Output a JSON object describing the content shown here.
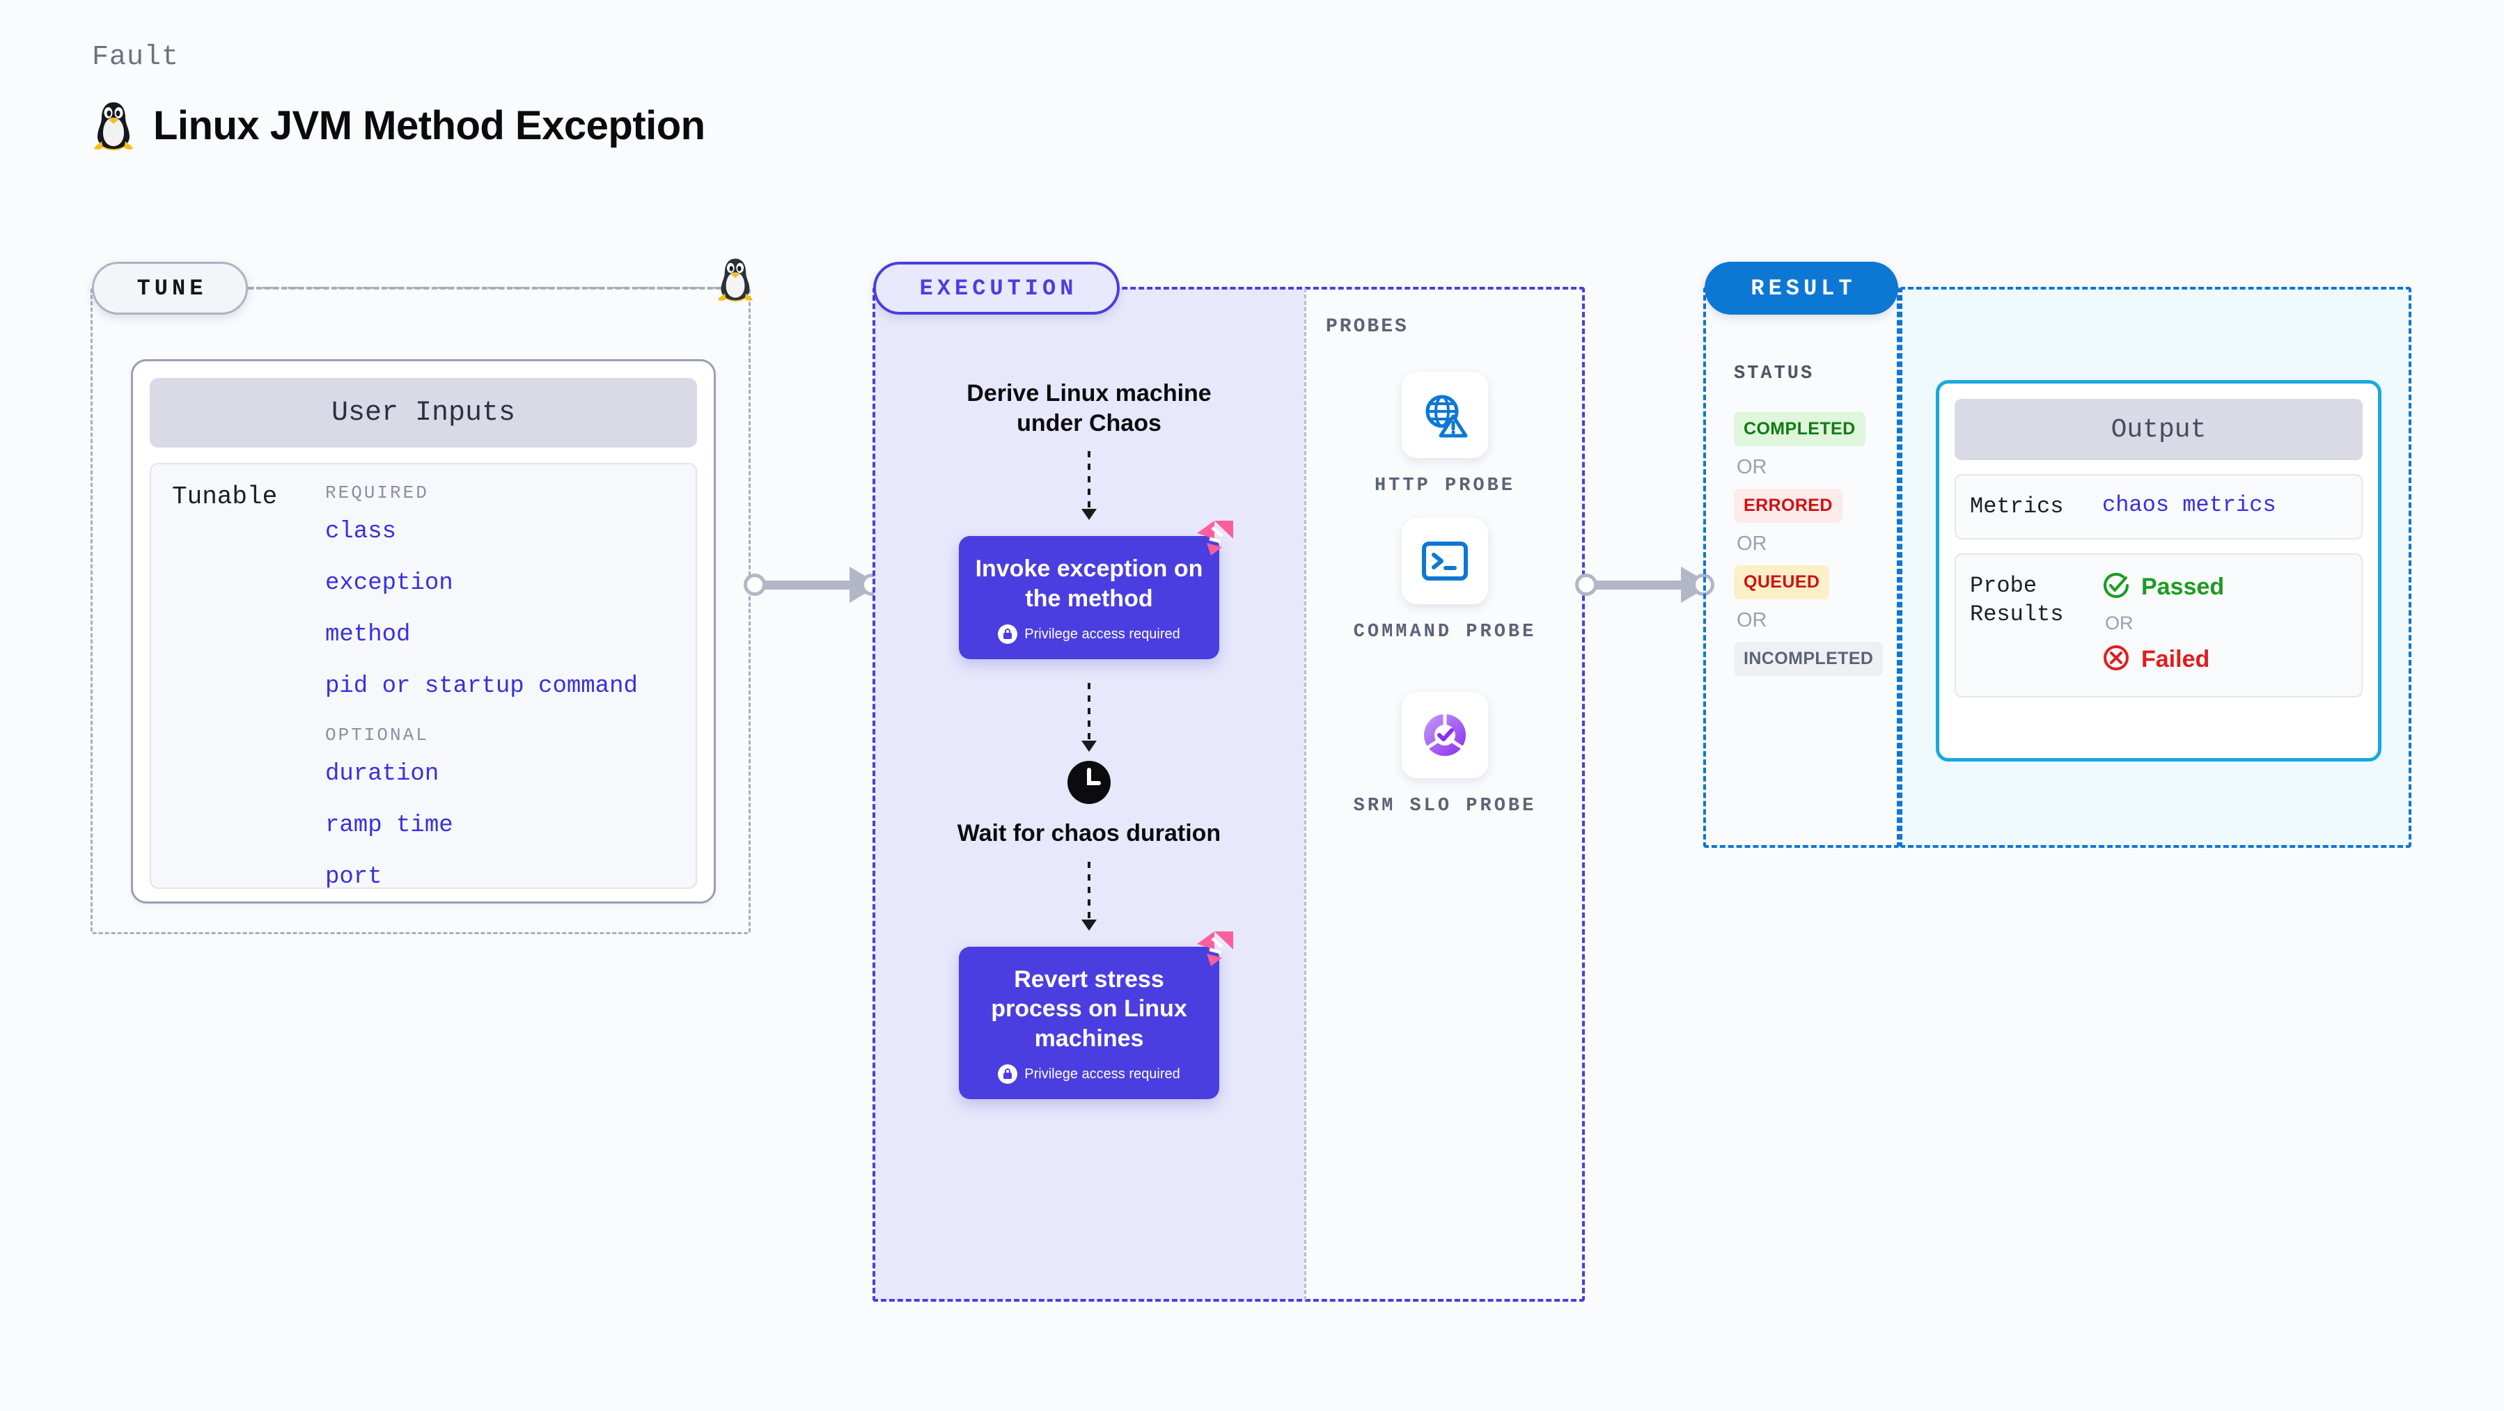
{
  "header": {
    "kicker": "Fault",
    "title": "Linux JVM Method Exception",
    "icon": "tux-penguin-icon"
  },
  "tune": {
    "pill_label": "TUNE",
    "card_title": "User Inputs",
    "tunable_label": "Tunable",
    "groups": [
      {
        "name": "REQUIRED",
        "params": [
          "class",
          "exception",
          "method",
          "pid or startup command"
        ]
      },
      {
        "name": "OPTIONAL",
        "params": [
          "duration",
          "ramp time",
          "port"
        ]
      }
    ]
  },
  "execution": {
    "pill_label": "EXECUTION",
    "steps": [
      {
        "type": "plain",
        "title": "Derive Linux machine under Chaos"
      },
      {
        "type": "card",
        "title": "Invoke exception on the method",
        "note": "Privilege access required",
        "badge": "harness-ribbon-icon"
      },
      {
        "type": "clock",
        "title": "Wait for chaos duration",
        "icon": "clock-icon"
      },
      {
        "type": "card",
        "title": "Revert stress process on Linux machines",
        "note": "Privilege access required",
        "badge": "harness-ribbon-icon"
      }
    ]
  },
  "probes": {
    "heading": "PROBES",
    "items": [
      {
        "label": "HTTP PROBE",
        "icon": "globe-warning-icon"
      },
      {
        "label": "COMMAND PROBE",
        "icon": "terminal-icon"
      },
      {
        "label": "SRM SLO PROBE",
        "icon": "slo-donut-check-icon"
      }
    ]
  },
  "result": {
    "pill_label": "RESULT",
    "status_heading": "STATUS",
    "or_label": "OR",
    "statuses": [
      {
        "label": "COMPLETED",
        "style": "b-completed"
      },
      {
        "label": "ERRORED",
        "style": "b-errored"
      },
      {
        "label": "QUEUED",
        "style": "b-queued"
      },
      {
        "label": "INCOMPLETED",
        "style": "b-incomplete"
      }
    ]
  },
  "output": {
    "card_title": "Output",
    "metrics_key": "Metrics",
    "metrics_value": "chaos metrics",
    "probe_results_key": "Probe Results",
    "passed_label": "Passed",
    "failed_label": "Failed",
    "or_label": "OR"
  },
  "colors": {
    "background": "#f9fbfd",
    "execution_accent": "#4b3ee0",
    "execution_fill": "#e7e8fc",
    "result_accent": "#0d77d4",
    "output_border": "#19a8e0",
    "output_fill": "#effafe",
    "tune_border": "#a9aebc",
    "param_link": "#3730e0",
    "probe_blue": "#0d77d4",
    "pass_green": "#1a9c1f",
    "fail_red": "#e01d1d",
    "ribbon_pink": "#fa5f9b"
  }
}
